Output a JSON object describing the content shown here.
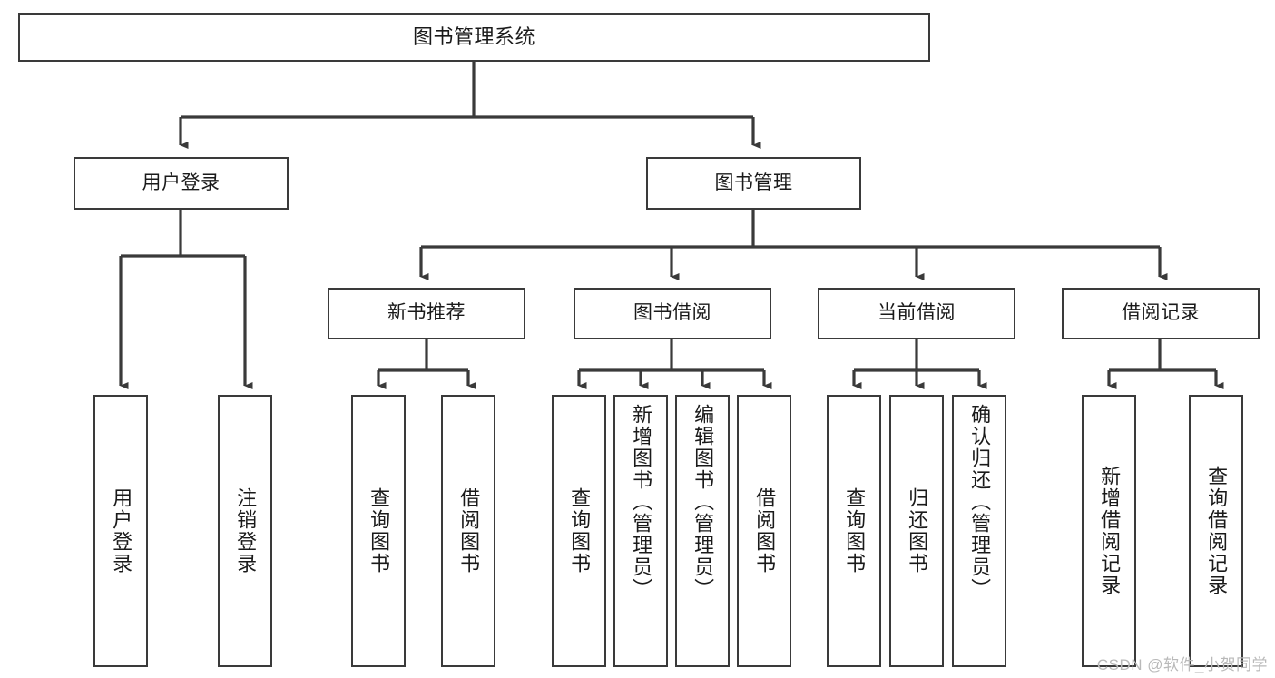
{
  "diagram": {
    "title": "图书管理系统",
    "type": "hierarchy-tree",
    "levels": 4,
    "line_color": "#3a3a3a",
    "box_fill": "#ffffff",
    "background": "#ffffff",
    "nodes": {
      "root": {
        "label": "图书管理系统",
        "level": 1
      },
      "l2": [
        {
          "id": "user-login",
          "label": "用户登录",
          "level": 2
        },
        {
          "id": "book-manage",
          "label": "图书管理",
          "level": 2
        }
      ],
      "l3": [
        {
          "id": "new-book-recommend",
          "label": "新书推荐",
          "level": 3,
          "parent": "book-manage"
        },
        {
          "id": "book-borrow",
          "label": "图书借阅",
          "level": 3,
          "parent": "book-manage"
        },
        {
          "id": "current-borrow",
          "label": "当前借阅",
          "level": 3,
          "parent": "book-manage"
        },
        {
          "id": "borrow-record",
          "label": "借阅记录",
          "level": 3,
          "parent": "book-manage"
        }
      ],
      "leaves": [
        {
          "id": "leaf-user-login",
          "label": "用户登录",
          "parent": "user-login"
        },
        {
          "id": "leaf-logout-login",
          "label": "注销登录",
          "parent": "user-login"
        },
        {
          "id": "leaf-query-book-1",
          "label": "查询图书",
          "parent": "new-book-recommend"
        },
        {
          "id": "leaf-borrow-book-1",
          "label": "借阅图书",
          "parent": "new-book-recommend"
        },
        {
          "id": "leaf-query-book-2",
          "label": "查询图书",
          "parent": "book-borrow"
        },
        {
          "id": "leaf-add-book",
          "label": "新增图书（管理员）",
          "parent": "book-borrow"
        },
        {
          "id": "leaf-edit-book",
          "label": "编辑图书（管理员）",
          "parent": "book-borrow"
        },
        {
          "id": "leaf-borrow-book-2",
          "label": "借阅图书",
          "parent": "book-borrow"
        },
        {
          "id": "leaf-query-book-3",
          "label": "查询图书",
          "parent": "current-borrow"
        },
        {
          "id": "leaf-return-book",
          "label": "归还图书",
          "parent": "current-borrow"
        },
        {
          "id": "leaf-confirm-return",
          "label": "确认归还（管理员）",
          "parent": "current-borrow"
        },
        {
          "id": "leaf-add-record",
          "label": "新增借阅记录",
          "parent": "borrow-record"
        },
        {
          "id": "leaf-query-record",
          "label": "查询借阅记录",
          "parent": "borrow-record"
        }
      ]
    }
  },
  "watermark": {
    "text": "CSDN @软件_小贺同学"
  }
}
